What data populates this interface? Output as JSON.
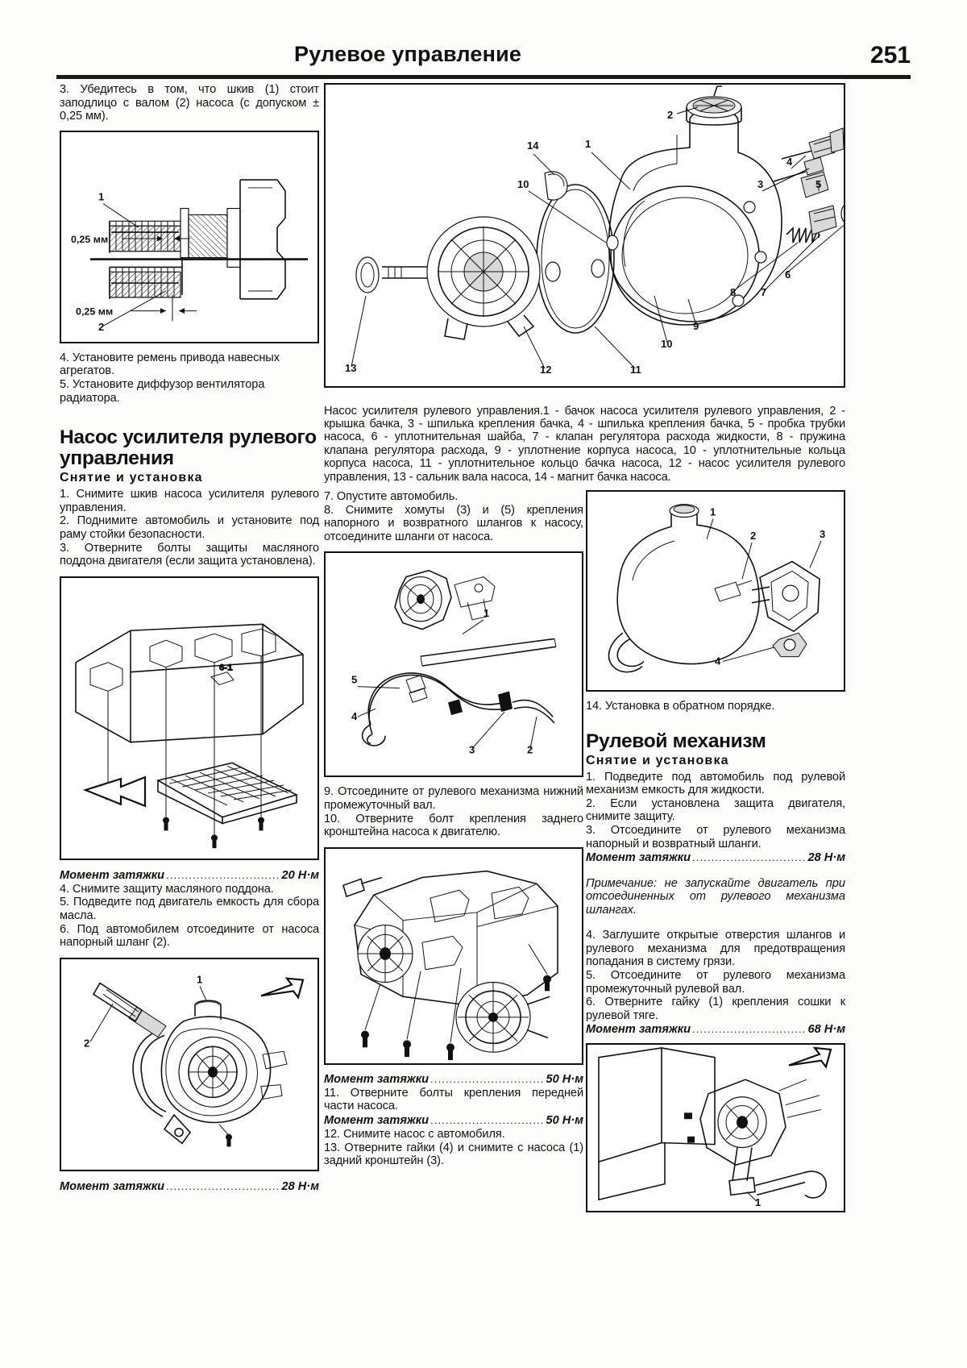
{
  "header": {
    "title": "Рулевое управление",
    "page_number": "251"
  },
  "left_column": {
    "step3": "3. Убедитесь в том, что шкив (1) стоит заподлицо с валом (2) насоса (с допуском ± 0,25 мм).",
    "fig1": {
      "name": "pulley-shaft-alignment",
      "labels": [
        "1",
        "2"
      ],
      "dims": [
        "0,25 мм",
        "0,25 мм"
      ]
    },
    "step4": "4. Установите ремень привода навесных агрегатов.",
    "step5": "5. Установите диффузор вентилятора радиатора.",
    "section_title": "Насос усилителя рулевого управления",
    "section_sub": "Снятие и установка",
    "step1": "1. Снимите шкив насоса усилителя рулевого управления.",
    "step2": "2. Поднимите автомобиль и установите под раму стойки безопасности.",
    "step3b": "3. Отверните болты защиты масляного поддона двигателя (если защита установлена).",
    "fig2": {
      "name": "engine-sump-guard",
      "labels": []
    },
    "torque1_label": "Момент затяжки",
    "torque1_value": "20 Н·м",
    "step4b": "4. Снимите защиту масляного поддона.",
    "step5b": "5. Подведите под двигатель емкость для сбора масла.",
    "step6": "6. Под автомобилем отсоедините от насоса напорный шланг (2).",
    "fig3": {
      "name": "pump-pressure-hose",
      "labels": [
        "1",
        "2"
      ]
    },
    "torque2_label": "Момент затяжки",
    "torque2_value": "28 Н·м"
  },
  "main_figure": {
    "name": "power-steering-pump-exploded-view",
    "labels": [
      "2",
      "14",
      "10",
      "1",
      "4",
      "3",
      "5",
      "6",
      "7",
      "8",
      "9",
      "10",
      "11",
      "12",
      "13"
    ],
    "caption": "Насос усилителя рулевого управления.1 - бачок насоса усилителя рулевого управления, 2 - крышка бачка, 3 - шпилька крепления бачка, 4 - шпилька крепления бачка, 5 - пробка трубки насоса, 6 - уплотнительная шайба, 7 - клапан регулятора расхода жидкости, 8 - пружина клапана регулятора расхода, 9 - уплотнение корпуса насоса, 10 - уплотнительные кольца корпуса насоса, 11 - уплотнительное кольцо бачка насоса, 12 - насос усилителя рулевого управления, 13 - сальник вала насоса, 14 - магнит бачка насоса."
  },
  "mid_column": {
    "step7": "7. Опустите автомобиль.",
    "step8": "8. Снимите хомуты (3) и (5) крепления напорного и возвратного шлангов к насосу, отсоедините шланги от насоса.",
    "fig4": {
      "name": "pump-hoses-clamps",
      "labels": [
        "1",
        "5",
        "4",
        "3",
        "2"
      ]
    },
    "step9": "9. Отсоедините от рулевого механизма нижний промежуточный вал.",
    "step10": "10. Отверните болт крепления заднего кронштейна насоса к двигателю.",
    "fig5": {
      "name": "pump-rear-bracket-bolt",
      "labels": []
    },
    "torque1_label": "Момент затяжки",
    "torque1_value": "50 Н·м",
    "step11": "11. Отверните болты крепления передней части насоса.",
    "torque2_label": "Момент затяжки",
    "torque2_value": "50 Н·м",
    "step12": "12. Снимите насос с автомобиля.",
    "step13": "13. Отверните гайки (4) и снимите с насоса (1) задний кронштейн (3)."
  },
  "right_column": {
    "fig6": {
      "name": "pump-rear-bracket-detail",
      "labels": [
        "1",
        "2",
        "3",
        "4"
      ]
    },
    "step14": "14. Установка в обратном порядке.",
    "section_title": "Рулевой механизм",
    "section_sub": "Снятие и установка",
    "step1": "1. Подведите под автомобиль под рулевой механизм емкость для жидкости.",
    "step2": "2. Если установлена защита двигателя, снимите защиту.",
    "step3": "3. Отсоедините от рулевого механизма напорный и возвратный шланги.",
    "torque1_label": "Момент затяжки",
    "torque1_value": "28 Н·м",
    "note": "Примечание: не запускайте двигатель при отсоединенных от рулевого механизма шлангах.",
    "step4": "4. Заглушите открытые отверстия шлангов и рулевого механизма для предотвращения попадания в систему грязи.",
    "step5": "5. Отсоедините от рулевого механизма промежуточный рулевой вал.",
    "step6": "6. Отверните гайку (1) крепления сошки к рулевой тяге.",
    "torque2_label": "Момент затяжки",
    "torque2_value": "68 Н·м",
    "fig7": {
      "name": "steering-gear-pitman-arm",
      "labels": [
        "1"
      ]
    }
  }
}
